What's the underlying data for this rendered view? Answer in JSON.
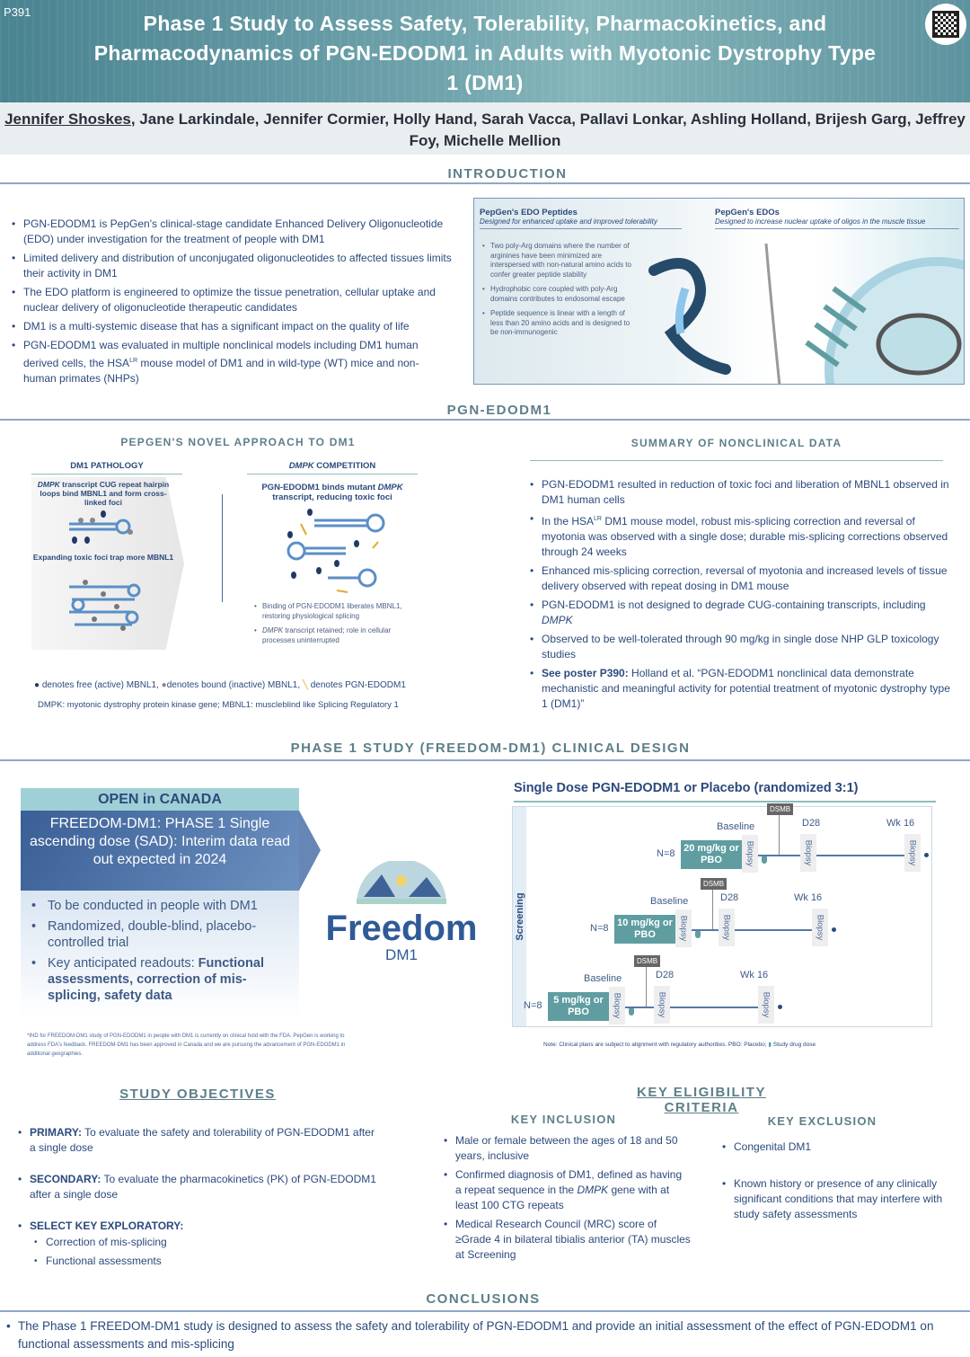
{
  "header": {
    "poster_id": "P391",
    "title": "Phase 1 Study to Assess Safety, Tolerability, Pharmacokinetics, and Pharmacodynamics of PGN-EDODM1 in Adults with Myotonic Dystrophy Type 1 (DM1)",
    "presenting_author": "Jennifer Shoskes",
    "authors_rest": ", Jane Larkindale, Jennifer Cormier, Holly Hand, Sarah Vacca, Pallavi Lonkar, Ashling Holland, Brijesh Garg, Jeffrey Foy, Michelle Mellion"
  },
  "intro": {
    "heading": "INTRODUCTION",
    "bullets": [
      "PGN-EDODM1 is PepGen's clinical-stage candidate Enhanced Delivery Oligonucleotide (EDO) under investigation for the treatment of people with DM1",
      "Limited delivery and distribution of unconjugated oligonucleotides to affected tissues limits their activity in DM1",
      "The EDO platform is engineered to optimize the tissue penetration, cellular uptake and nuclear delivery of oligonucleotide therapeutic candidates",
      "DM1 is a multi-systemic disease that has a significant impact on the quality of life"
    ],
    "last_bullet": {
      "a": "PGN-EDODM1 was evaluated in multiple nonclinical models including DM1 human derived cells, the HSA",
      "sup": "LR",
      "b": " mouse model of DM1 and in wild-type (WT) mice and non-human primates (NHPs)"
    },
    "figure": {
      "left_title": "PepGen's EDO Peptides",
      "left_sub": "Designed for enhanced uptake and improved tolerability",
      "left_bullets": [
        "Two poly-Arg domains where the number of arginines have been minimized are interspersed with non-natural amino acids to confer greater peptide stability",
        "Hydrophobic core coupled with poly-Arg domains contributes to endosomal escape",
        "Peptide sequence is linear with a length of less than 20 amino acids and is designed to be non-immunogenic"
      ],
      "right_title": "PepGen's EDOs",
      "right_sub": "Designed to increase nuclear uptake of oligos in the muscle tissue"
    }
  },
  "pgn": {
    "heading": "PGN-EDODM1",
    "approach": {
      "heading": "PEPGEN'S NOVEL APPROACH TO DM1",
      "path_title": "DM1 PATHOLOGY",
      "path_text1_i": "DMPK",
      "path_text1": " transcript CUG repeat hairpin loops bind MBNL1 and form cross-linked foci",
      "path_text2": "Expanding toxic foci trap more MBNL1",
      "comp_title_i": "DMPK",
      "comp_title": " COMPETITION",
      "comp_text": "PGN-EDODM1 binds mutant ",
      "comp_text_i": "DMPK",
      "comp_text2": " transcript, reducing toxic foci",
      "comp_b1": "Binding of PGN-EDODM1 liberates MBNL1, restoring physiological splicing",
      "comp_b2_i": "DMPK",
      "comp_b2": " transcript retained; role in cellular processes uninterrupted",
      "legend": [
        "denotes free (active) MBNL1,",
        "denotes bound (inactive) MBNL1,",
        "denotes PGN-EDODM1"
      ],
      "abbrev": "DMPK: myotonic dystrophy protein kinase gene; MBNL1: muscleblind like Splicing Regulatory 1"
    },
    "summary": {
      "heading": "SUMMARY OF NONCLINICAL DATA",
      "b1": "PGN-EDODM1 resulted in reduction of toxic foci and liberation of MBNL1 observed in DM1 human cells",
      "b2a": "In the HSA",
      "b2sup": "LR",
      "b2b": " DM1 mouse model, robust mis-splicing correction and reversal of myotonia was observed with a single dose; durable mis-splicing corrections observed through 24 weeks",
      "b3": "Enhanced mis-splicing correction, reversal of myotonia and increased levels of tissue delivery observed with repeat dosing in DM1 mouse",
      "b4": "PGN-EDODM1 is not designed to degrade CUG-containing transcripts, including ",
      "b4i": "DMPK",
      "b5": "Observed to be well-tolerated through 90 mg/kg in single dose NHP GLP toxicology studies",
      "b6bold": "See poster P390:",
      "b6": " Holland et al. “PGN-EDODM1 nonclinical data demonstrate mechanistic and meaningful activity for potential treatment of myotonic dystrophy type 1 (DM1)”"
    }
  },
  "design": {
    "heading": "PHASE 1 STUDY (FREEDOM-DM1) CLINICAL DESIGN",
    "open": "OPEN in CANADA",
    "sad": "FREEDOM-DM1: PHASE 1 Single ascending dose (SAD): Interim data read out expected in 2024",
    "b1": "To be conducted in people with DM1",
    "b2": "Randomized, double-blind, placebo-controlled trial",
    "b3": "Key anticipated readouts: ",
    "b3bold": "Functional assessments, correction of mis-splicing, safety data",
    "logo_word": "Freedom",
    "logo_sub": "DM1",
    "footnote": "*IND for FREEDOM-DM1 study of PGN-EDODM1 in people with DM1 is currently on clinical hold with the FDA. PepGen is working to address FDA's feedback. FREEDOM-DM1 has been approved in Canada and we are pursuing the advancement of PGN-EDODM1 in additional geographies.",
    "chart_title": "Single Dose PGN-EDODM1 or Placebo (randomized 3:1)",
    "screening": "Screening",
    "dsmb": "DSMB",
    "baseline": "Baseline",
    "d28": "D28",
    "wk16": "Wk 16",
    "biopsy": "Biopsy",
    "arms": [
      {
        "n": "N=8",
        "dose": "20 mg/kg or PBO"
      },
      {
        "n": "N=8",
        "dose": "10 mg/kg or PBO"
      },
      {
        "n": "N=8",
        "dose": "5 mg/kg or PBO"
      }
    ],
    "note": "Note: Clinical plans are subject to alignment with regulatory authorities. PBO: Placebo;",
    "note_icon": "Study drug dose"
  },
  "objectives": {
    "heading": "STUDY OBJECTIVES",
    "primary_l": "PRIMARY:",
    "primary": " To evaluate the safety and tolerability of PGN-EDODM1 after a single dose",
    "secondary_l": "SECONDARY:",
    "secondary": " To evaluate the pharmacokinetics (PK) of PGN-EDODM1 after a single dose",
    "exploratory_l": "SELECT KEY EXPLORATORY:",
    "exploratory": [
      "Correction of mis-splicing",
      "Functional assessments"
    ]
  },
  "eligibility": {
    "heading": "KEY ELIGIBILITY CRITERIA",
    "inc_heading": "KEY INCLUSION",
    "inc1": "Male or female between the ages of 18 and 50 years, inclusive",
    "inc2a": "Confirmed diagnosis of DM1, defined as having a repeat sequence in the ",
    "inc2i": "DMPK",
    "inc2b": " gene with at least 100 CTG repeats",
    "inc3": "Medical Research Council (MRC) score of ≥Grade 4 in bilateral tibialis anterior (TA) muscles at Screening",
    "exc_heading": "KEY EXCLUSION",
    "exc1": "Congenital DM1",
    "exc2": "Known history or presence of any clinically significant conditions that may interfere with study safety assessments"
  },
  "conclusions": {
    "heading": "CONCLUSIONS",
    "b1": "The Phase 1 FREEDOM-DM1 study is designed to assess the safety and tolerability of PGN-EDODM1 and provide an initial assessment of the effect of PGN-EDODM1 on functional assessments and mis-splicing"
  }
}
